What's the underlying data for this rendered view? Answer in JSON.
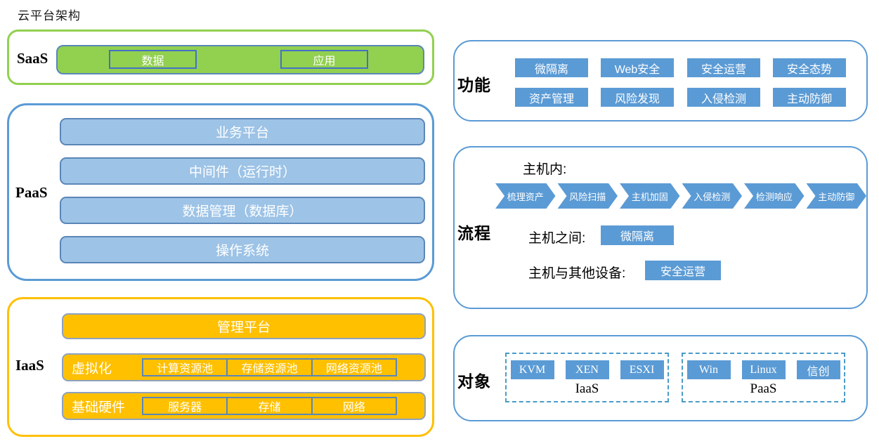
{
  "title": "云平台架构",
  "colors": {
    "green": "#92D050",
    "light_blue_fill": "#9DC3E6",
    "accent_blue": "#5B9BD5",
    "orange": "#FFC000",
    "inner_border_blue": "#4472C4",
    "bar_border": "#5B86B8"
  },
  "saas": {
    "label": "SaaS",
    "items": [
      "数据",
      "应用"
    ]
  },
  "paas": {
    "label": "PaaS",
    "bars": [
      "业务平台",
      "中间件（运行时）",
      "数据管理（数据库）",
      "操作系统"
    ]
  },
  "iaas": {
    "label": "IaaS",
    "management_bar": "管理平台",
    "virtualization": {
      "label": "虚拟化",
      "cells": [
        "计算资源池",
        "存储资源池",
        "网络资源池"
      ]
    },
    "hardware": {
      "label": "基础硬件",
      "cells": [
        "服务器",
        "存储",
        "网络"
      ]
    }
  },
  "functions": {
    "label": "功能",
    "row1": [
      "微隔离",
      "Web安全",
      "安全运营",
      "安全态势"
    ],
    "row2": [
      "资产管理",
      "风险发现",
      "入侵检测",
      "主动防御"
    ]
  },
  "process": {
    "label": "流程",
    "host_internal_label": "主机内:",
    "chevrons": [
      "梳理资产",
      "风险扫描",
      "主机加固",
      "入侵检测",
      "检测响应",
      "主动防御"
    ],
    "host_between_label": "主机之间:",
    "host_between_value": "微隔离",
    "host_other_label": "主机与其他设备:",
    "host_other_value": "安全运营"
  },
  "objects": {
    "label": "对象",
    "groups": [
      {
        "buttons": [
          "KVM",
          "XEN",
          "ESXI"
        ],
        "caption": "IaaS"
      },
      {
        "buttons": [
          "Win",
          "Linux",
          "信创"
        ],
        "caption": "PaaS"
      }
    ]
  }
}
